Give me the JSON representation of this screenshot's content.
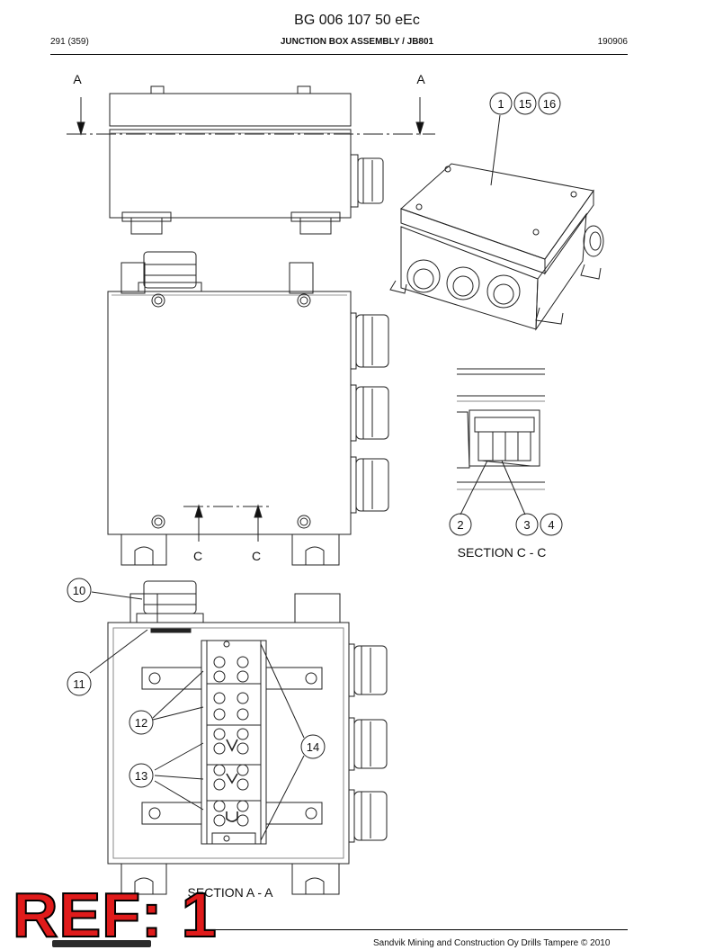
{
  "header": {
    "doc_id": "BG 006 107 50 eEc",
    "page": "291 (359)",
    "title": "JUNCTION BOX ASSEMBLY / JB801",
    "date": "190906"
  },
  "section_marks": {
    "a_left": "A",
    "a_right": "A",
    "c_left": "C",
    "c_right": "C"
  },
  "section_labels": {
    "cc": "SECTION  C - C",
    "aa": "SECTION  A - A"
  },
  "callouts": [
    "1",
    "15",
    "16",
    "2",
    "3",
    "4",
    "10",
    "11",
    "12",
    "13",
    "14"
  ],
  "footer": {
    "stamp": "REF: 1",
    "copyright": "Sandvik Mining and Construction Oy Drills Tampere © 2010"
  }
}
